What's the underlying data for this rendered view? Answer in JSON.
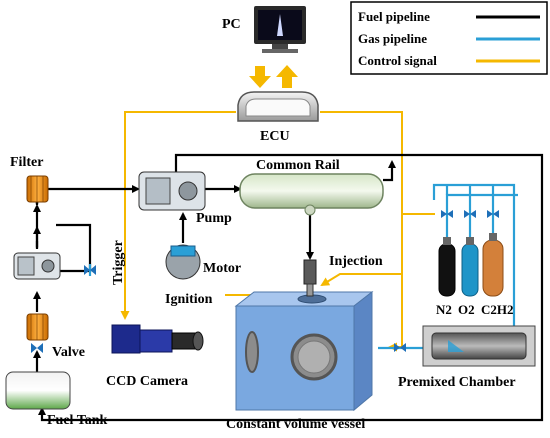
{
  "colors": {
    "fuel": "#000000",
    "gas": "#2a9fd6",
    "control": "#f5b800",
    "vessel": "#7aa8e0"
  },
  "legend": {
    "fuel": "Fuel pipeline",
    "gas": "Gas  pipeline",
    "control": "Control signal"
  },
  "labels": {
    "pc": "PC",
    "ecu": "ECU",
    "filter": "Filter",
    "common_rail": "Common Rail",
    "pump": "Pump",
    "motor": "Motor",
    "trigger": "Trigger",
    "ignition": "Ignition",
    "injection": "Injection",
    "valve": "Valve",
    "ccd_camera": "CCD Camera",
    "fuel_tank": "Fuel Tank",
    "n2": "N2",
    "o2": "O2",
    "c2h2": "C2H2",
    "premixed_chamber": "Premixed Chamber",
    "vessel": "Constant volume vessel"
  }
}
